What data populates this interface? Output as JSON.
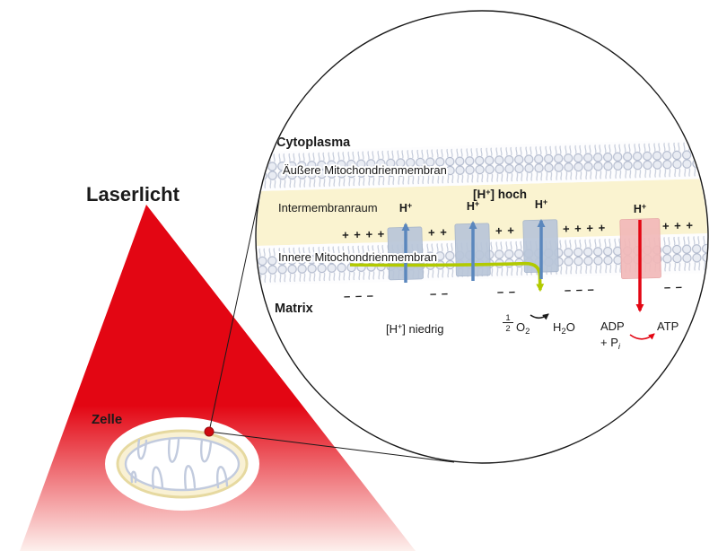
{
  "colors": {
    "laser_red": "#e30613",
    "proton_blue": "#4a7cb5",
    "arrow_blue": "#5b87bd",
    "electron_green": "#b2ca00",
    "intermembrane_yellow": "#faf3d0",
    "complex_blue": "#b9c6d9",
    "synthase_pink": "#f2b9b9",
    "text_dark": "#1a1a1a"
  },
  "scene": {
    "laser_label": "Laserlicht",
    "cell_label": "Zelle"
  },
  "view": {
    "cytoplasm_label": "Cytoplasma",
    "outer_membrane_label": "Äußere Mitochondrienmembran",
    "intermembrane_label": "Intermembranraum",
    "inner_membrane_label": "Innere Mitochondrienmembran",
    "matrix_label": "Matrix",
    "h_high": {
      "pre": "[H",
      "sup": "+",
      "post": "] hoch"
    },
    "h_low": {
      "pre": "[H",
      "sup": "+",
      "post": "] niedrig"
    },
    "proton": {
      "base": "H",
      "sup": "+"
    },
    "oxygen": {
      "num": "1",
      "den": "2",
      "sym": "O",
      "sub": "2"
    },
    "water": {
      "h": "H",
      "sub": "2",
      "o": "O"
    },
    "adp": {
      "line1": "ADP",
      "line2": "+ P",
      "line2_sub": "i"
    },
    "atp": "ATP",
    "charges": {
      "plus": [
        "+ + + +",
        "+ +",
        "+ +",
        "+ + + +",
        "+ + +"
      ],
      "minus": [
        "– – –",
        "– –",
        "– –",
        "– – –",
        "– –"
      ]
    }
  }
}
